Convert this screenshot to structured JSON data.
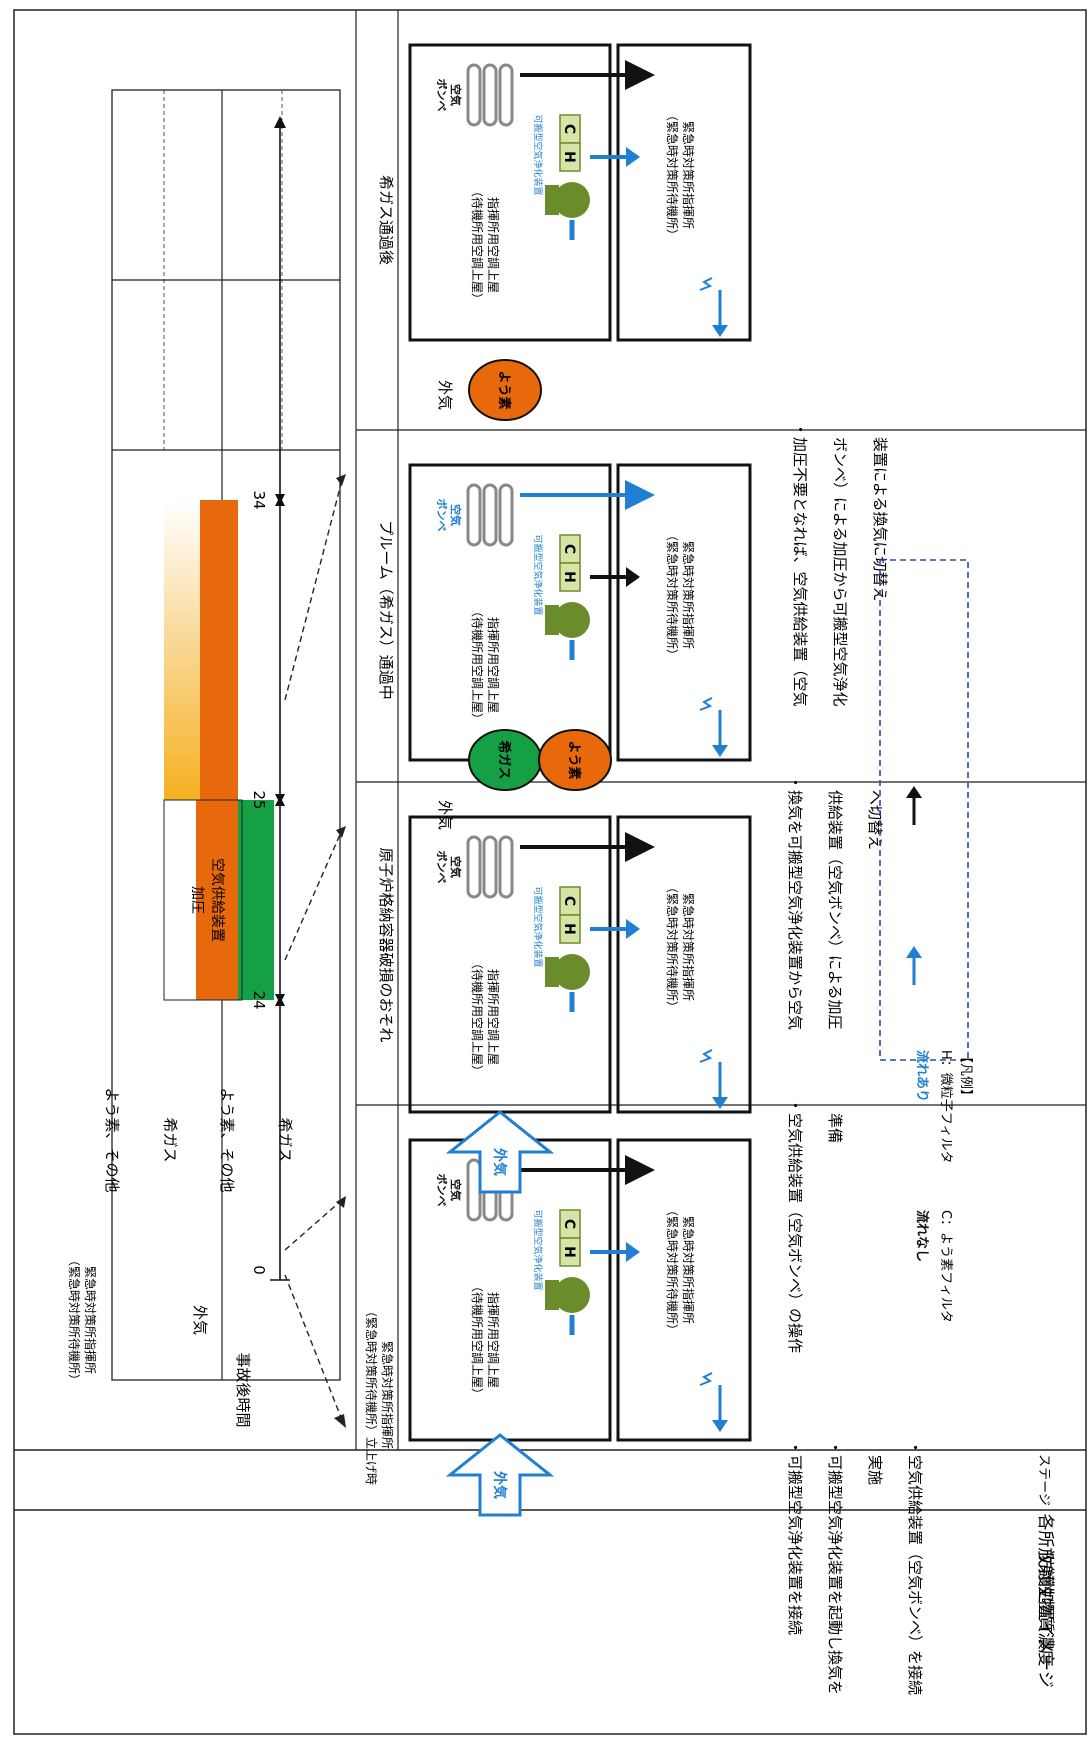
{
  "row_headers": {
    "concentration": "各所放射性物質濃度",
    "stage": "ステージ",
    "image": "防護処置イメージ"
  },
  "table": {
    "outside_air": "外気",
    "facility": [
      "緊急時対策所指揮所",
      "（緊急時対策所待機所）"
    ],
    "noble_gas": "希ガス",
    "iodine_other": "よう素、その他",
    "time_label": "事故後時間",
    "ticks": [
      "0",
      "24",
      "25",
      "34"
    ],
    "air_supply": [
      "空気供給装置",
      "加圧"
    ]
  },
  "stages": [
    {
      "title": [
        "緊急時対策所指揮所",
        "（緊急時対策所待機所）立上げ時"
      ]
    },
    {
      "title": [
        "原子炉格納容器破損のおそれ"
      ]
    },
    {
      "title": [
        "プルーム（希ガス）通過中"
      ]
    },
    {
      "title": [
        "希ガス通過後"
      ]
    }
  ],
  "panel_labels": {
    "upper_room": [
      "指揮所用空調上屋",
      "（待機所用空調上屋）"
    ],
    "purifier": "可搬型空気浄化装置",
    "cylinders": [
      "空気",
      "ボンベ"
    ],
    "lower_room": [
      "緊急時対策所指揮所",
      "（緊急時対策所待機所）"
    ],
    "filter_h": "H",
    "filter_c": "C",
    "outside_air": "外気",
    "noble_gas_circle": "希ガス",
    "iodine_circle": "よう素"
  },
  "descriptions": [
    [
      "・可搬型空気浄化装置を接続",
      "・可搬型空気浄化装置を起動し換気を",
      "　実施",
      "・空気供給装置（空気ボンベ）を接続"
    ],
    [
      "・空気供給装置（空気ボンベ）の操作",
      "　準備"
    ],
    [
      "・換気を可搬型空気浄化装置から空気",
      "　供給装置（空気ボンベ）による加圧",
      "　へ切替え"
    ],
    [
      "・加圧不要となれば、空気供給装置（空気",
      "　ボンベ）による加圧から可搬型空気浄化",
      "　装置による換気に切替え"
    ]
  ],
  "legend": {
    "title": "【凡例】",
    "h_desc": "H：微粒子フィルタ",
    "c_desc": "C：よう素フィルタ",
    "flow_yes": "流れあり",
    "flow_no": "流れなし"
  },
  "colors": {
    "green": "#16a046",
    "orange": "#e8680c",
    "blue": "#1f7fd2",
    "olive": "#6b8c2b",
    "filter_fill": "#d6e4a8",
    "legend_border": "#2b4fa0"
  }
}
